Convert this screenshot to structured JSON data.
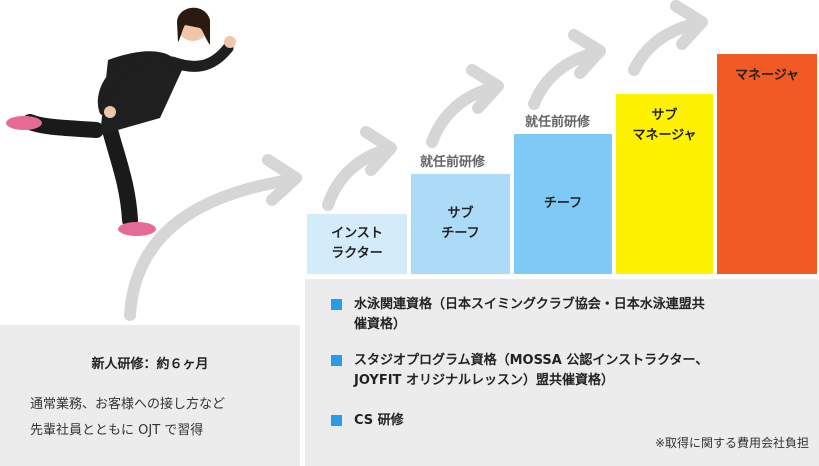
{
  "steps": [
    {
      "id": "instructor",
      "lines": [
        "インスト",
        "ラクター"
      ],
      "color": "#d4ecfa"
    },
    {
      "id": "sub-chief",
      "lines": [
        "サブ",
        "チーフ"
      ],
      "color": "#acdbf7"
    },
    {
      "id": "chief",
      "lines": [
        "チーフ"
      ],
      "color": "#7ec9f5"
    },
    {
      "id": "sub-manager",
      "lines": [
        "サブ",
        "マネージャ"
      ],
      "color": "#fff200"
    },
    {
      "id": "manager",
      "lines": [
        "マネージャ"
      ],
      "color": "#f15a24"
    }
  ],
  "trainings": [
    "就任前研修",
    "就任前研修"
  ],
  "new_hire": {
    "title": "新人研修：約６ヶ月",
    "desc_line1": "通常業務、お客様への接し方など",
    "desc_line2": "先輩社員とともに OJT で習得"
  },
  "qualifications": [
    {
      "line1": "水泳関連資格（日本スイミングクラブ協会・日本水泳連盟共",
      "line2": "催資格）"
    },
    {
      "line1": "スタジオプログラム資格（MOSSA 公認インストラクター、",
      "line2": "JOYFIT オリジナルレッスン）盟共催資格）"
    },
    {
      "line1": "CS 研修",
      "line2": ""
    }
  ],
  "note": "※取得に関する費用会社負担",
  "colors": {
    "arrow": "#d6d6d6",
    "panel": "#ececec",
    "bullet": "#2a9be8"
  }
}
